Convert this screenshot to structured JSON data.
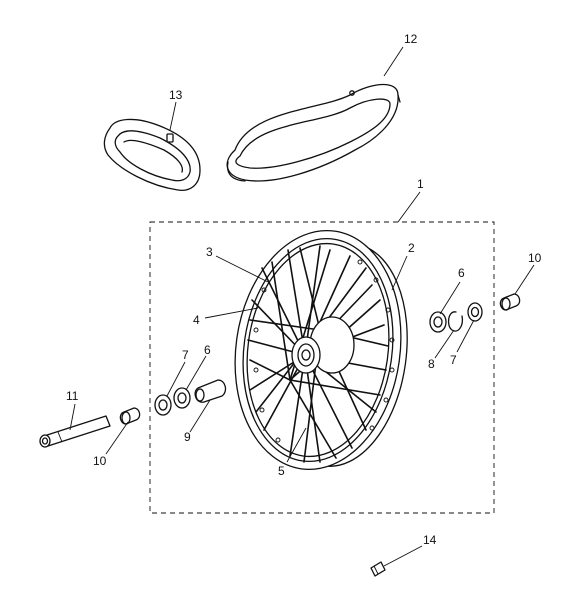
{
  "callouts": {
    "c1": "1",
    "c2": "2",
    "c3": "3",
    "c4": "4",
    "c5": "5",
    "c6a": "6",
    "c6b": "6",
    "c7a": "7",
    "c7b": "7",
    "c8": "8",
    "c9": "9",
    "c10a": "10",
    "c10b": "10",
    "c11": "11",
    "c12": "12",
    "c13": "13",
    "c14": "14"
  },
  "parts": {
    "wheel-assembly": {
      "callout": "1"
    },
    "rim": {
      "callout": "2"
    },
    "spoke-outer": {
      "callout": "3"
    },
    "spoke-inner": {
      "callout": "4"
    },
    "hub": {
      "callout": "5"
    },
    "bearing": {
      "callout": "6"
    },
    "seal": {
      "callout": "7"
    },
    "circlip": {
      "callout": "8"
    },
    "spacer": {
      "callout": "9"
    },
    "axle-spacer": {
      "callout": "10"
    },
    "axle": {
      "callout": "11"
    },
    "rim-band": {
      "callout": "12"
    },
    "inner-tube": {
      "callout": "13"
    },
    "valve-cap": {
      "callout": "14"
    }
  },
  "colors": {
    "line": "#111111",
    "background": "#ffffff"
  }
}
